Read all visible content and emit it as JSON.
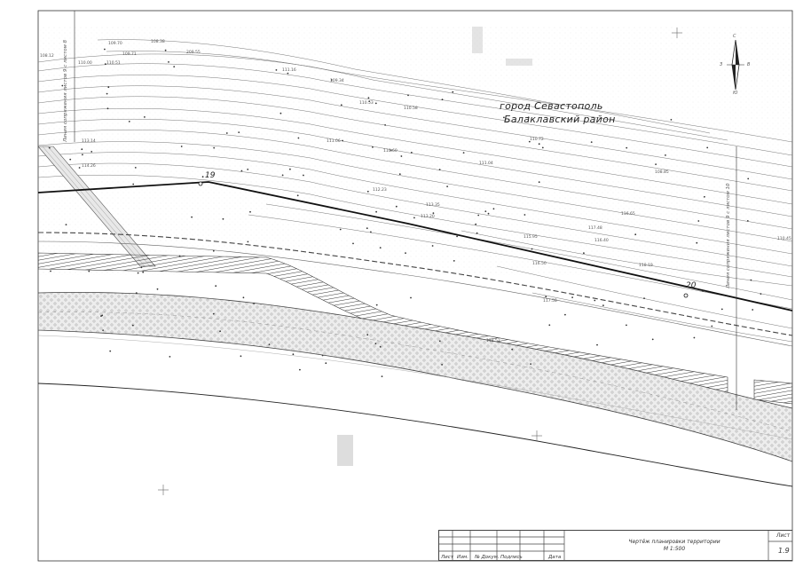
{
  "map": {
    "city_line1": "город Севастополь",
    "city_line2": "Балаклавский район",
    "station_19": "19",
    "station_20": "20",
    "north_label": "С",
    "south_label": "Ю",
    "east_label": "В",
    "west_label": "З",
    "left_vertical_note": "Линия сопряжения листов 9 с листом 8",
    "right_vertical_note": "Линия сопряжения листов 9 с листом 10",
    "elevation_labels": [
      "108.12",
      "109.70",
      "108.38",
      "109.71",
      "209.55",
      "110.00",
      "110.51",
      "111.16",
      "109.34",
      "110.53",
      "110.58",
      "113.14",
      "114.26",
      "111.06",
      "111.04",
      "110.72",
      "110.60",
      "112.23",
      "113.20",
      "113.35",
      "115.95",
      "116.50",
      "117.58",
      "118.52",
      "116.40",
      "116.65",
      "117.48",
      "118.19",
      "108.85",
      "110.45"
    ],
    "colors": {
      "line": "#555555",
      "border": "#333333",
      "hatch": "#444444",
      "road_fill": "#e5e5e5"
    }
  },
  "title_block": {
    "col_labels": [
      "Лист",
      "Изм.",
      "№ Докум.",
      "Подпись",
      "Дата"
    ],
    "title_line1": "Чертёж планировки территории",
    "title_line2": "М 1:500",
    "sheet_label": "Лист",
    "sheet_number": "1.9"
  }
}
